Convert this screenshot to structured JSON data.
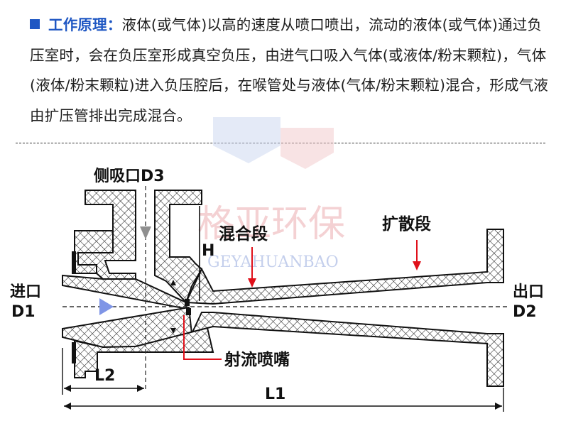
{
  "intro": {
    "heading": "工作原理：",
    "body": "液体(或气体)以高的速度从喷口喷出，流动的液体(或气体)通过负压室时，会在负压室形成真空负压，由进气口吸入气体(或液体/粉末颗粒)，气体(液体/粉末颗粒)进入负压腔后，在喉管处与液体(气体/粉末颗粒)混合，形成气液由扩压管排出完成混合。"
  },
  "watermark": {
    "cn": "格亚环保",
    "en": "GEYAHUANBAO"
  },
  "labels": {
    "side_inlet": "侧吸口D3",
    "height": "H",
    "mixing_section": "混合段",
    "diffuser_section": "扩散段",
    "inlet_text": "进口",
    "inlet_code": "D1",
    "outlet_text": "出口",
    "outlet_code": "D2",
    "nozzle": "射流喷嘴",
    "l1": "L1",
    "l2": "L2"
  },
  "colors": {
    "accent_blue": "#1f57c3",
    "leader_red": "#e0101a",
    "flow_arrow": "#7f95e6",
    "watermark_red": "#e8a2a6",
    "watermark_blue": "#a9b9e4"
  }
}
